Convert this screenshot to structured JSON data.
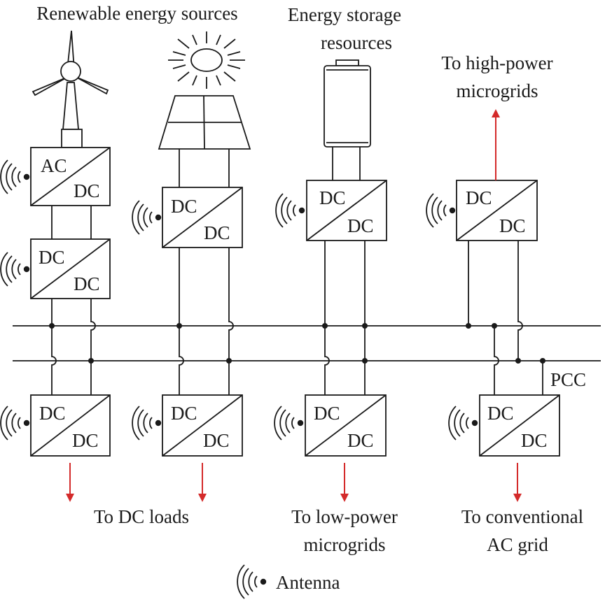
{
  "labels": {
    "renewable": "Renewable energy sources",
    "storage_line1": "Energy storage",
    "storage_line2": "resources",
    "high_power_line1": "To high-power",
    "high_power_line2": "microgrids",
    "dc_loads": "To DC loads",
    "low_power_line1": "To low-power",
    "low_power_line2": "microgrids",
    "conventional_line1": "To conventional",
    "conventional_line2": "AC grid",
    "pcc": "PCC",
    "antenna_legend": "Antenna"
  },
  "converters": [
    {
      "id": "wind-ac-dc",
      "top": "AC",
      "bottom": "DC"
    },
    {
      "id": "wind-dc-dc",
      "top": "DC",
      "bottom": "DC"
    },
    {
      "id": "solar-dc-dc",
      "top": "DC",
      "bottom": "DC"
    },
    {
      "id": "storage-dc-dc",
      "top": "DC",
      "bottom": "DC"
    },
    {
      "id": "highpower-dc-dc",
      "top": "DC",
      "bottom": "DC"
    },
    {
      "id": "load1-dc-dc",
      "top": "DC",
      "bottom": "DC"
    },
    {
      "id": "load2-dc-dc",
      "top": "DC",
      "bottom": "DC"
    },
    {
      "id": "lowpower-dc-dc",
      "top": "DC",
      "bottom": "DC"
    },
    {
      "id": "acgrid-dc-dc",
      "top": "DC",
      "bottom": "DC"
    }
  ],
  "colors": {
    "line": "#1a1a1a",
    "arrow": "#d42a2a"
  }
}
